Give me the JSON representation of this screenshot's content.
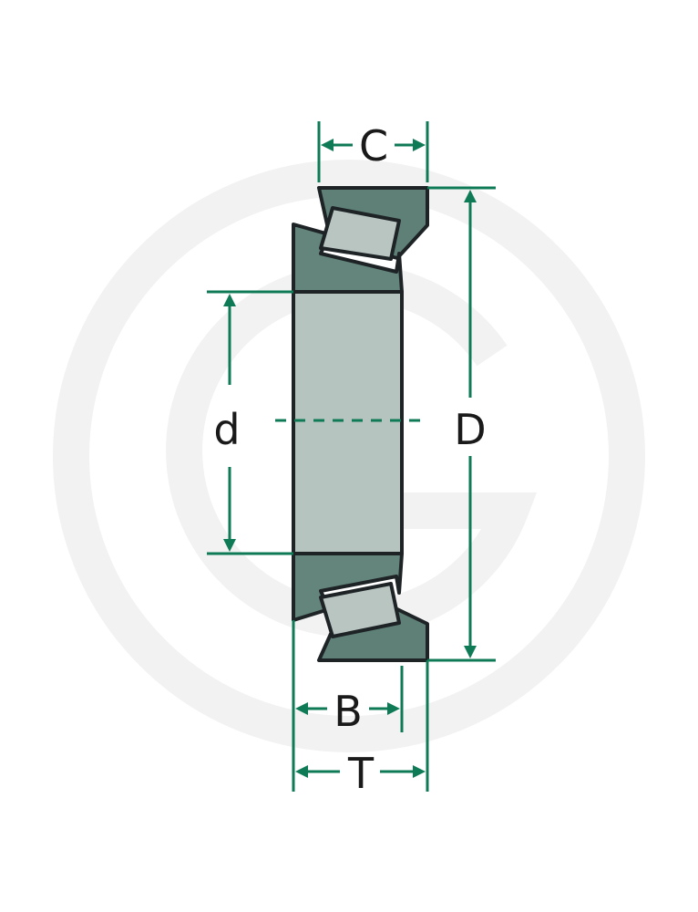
{
  "diagram": {
    "labels": {
      "C": "C",
      "D": "D",
      "d": "d",
      "B": "B",
      "T": "T"
    },
    "colors": {
      "dimension_line": "#0f7a56",
      "outline": "#1e2326",
      "cup_fill": "#5f8077",
      "cone_fill": "#64857b",
      "roller_fill": "#b8c5c1",
      "bore_fill": "#b6c4c0",
      "watermark": "#f2f2f2"
    },
    "watermark": {
      "icon": "granit-g-logo-icon"
    }
  }
}
